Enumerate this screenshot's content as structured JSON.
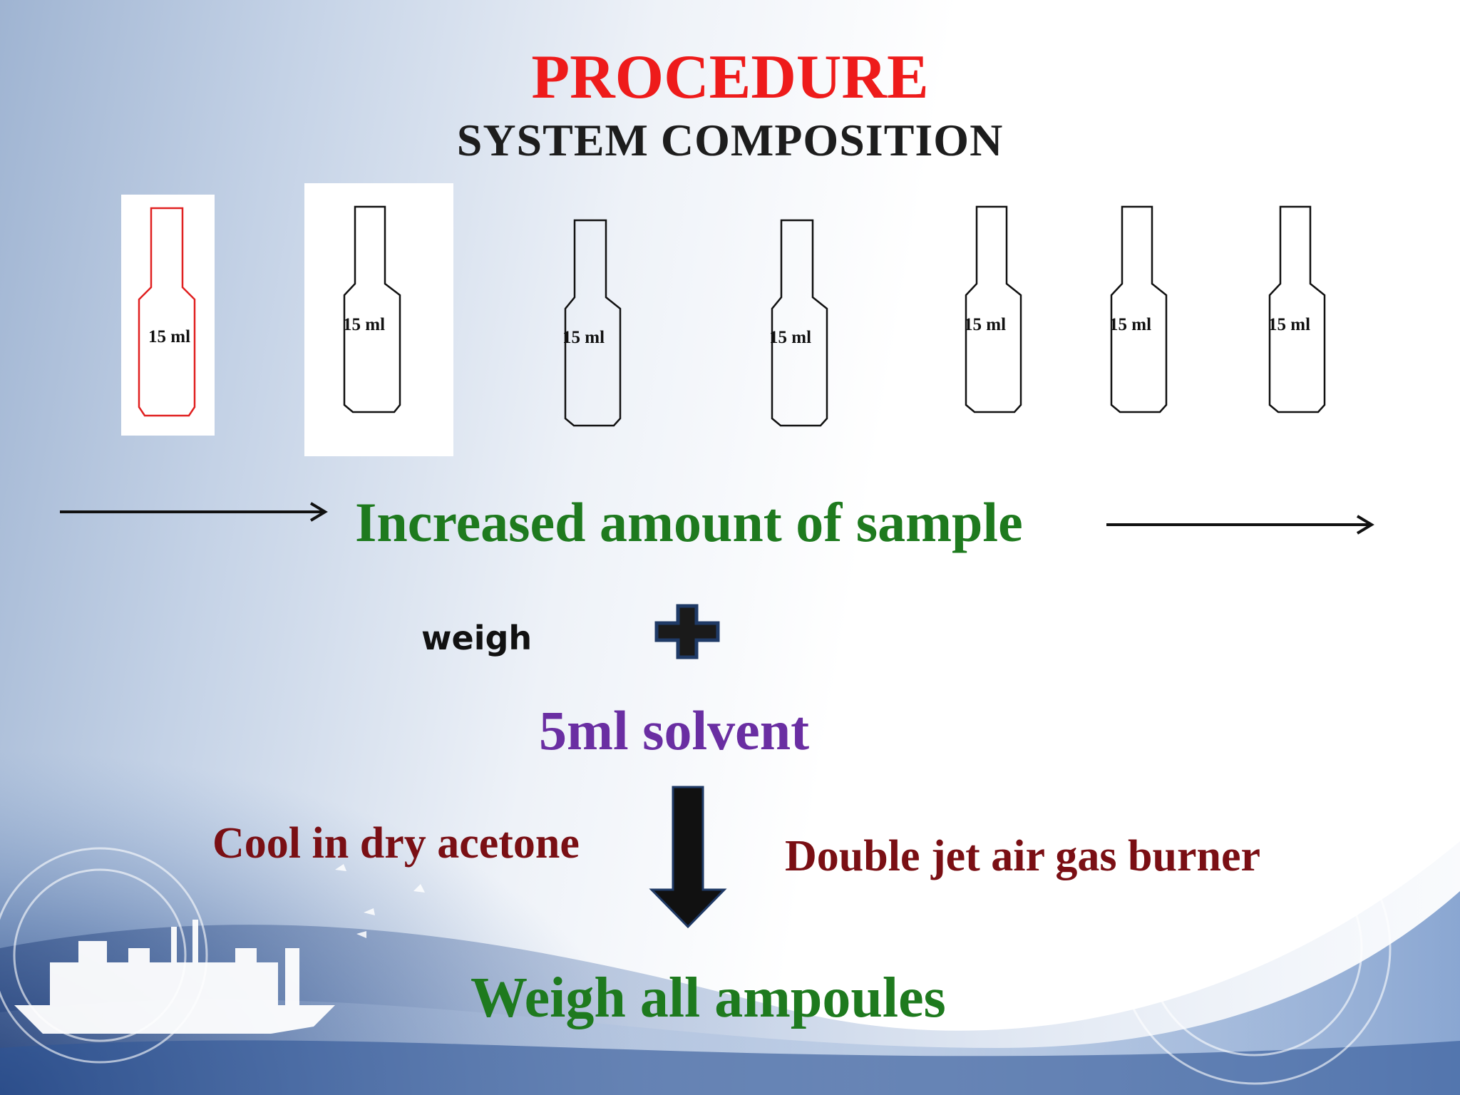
{
  "slide": {
    "title": "PROCEDURE",
    "subtitle": "SYSTEM COMPOSITION"
  },
  "ampoules": [
    {
      "label": "15 ml",
      "color": "#e02020"
    },
    {
      "label": "15 ml",
      "color": "#111111"
    },
    {
      "label": "15 ml",
      "color": "#111111"
    },
    {
      "label": "15 ml",
      "color": "#111111"
    },
    {
      "label": "15 ml",
      "color": "#111111"
    },
    {
      "label": "15 ml",
      "color": "#111111"
    },
    {
      "label": "15 ml",
      "color": "#111111"
    }
  ],
  "steps": {
    "increase": "Increased amount of sample",
    "weigh": "weigh",
    "solvent": "5ml solvent",
    "cool": "Cool in dry acetone",
    "burner": "Double jet air gas burner",
    "weigh_all": "Weigh all ampoules"
  },
  "icons": {
    "plus": "plus-icon",
    "down_arrow": "down-arrow-icon",
    "right_arrow": "right-arrow-icon"
  },
  "colors": {
    "title": "#ee1b1b",
    "green": "#1e7a1e",
    "purple": "#6a2ea2",
    "maroon": "#7a0f14",
    "plus_fill": "#1a1a1a",
    "plus_outline": "#1f3a66"
  }
}
